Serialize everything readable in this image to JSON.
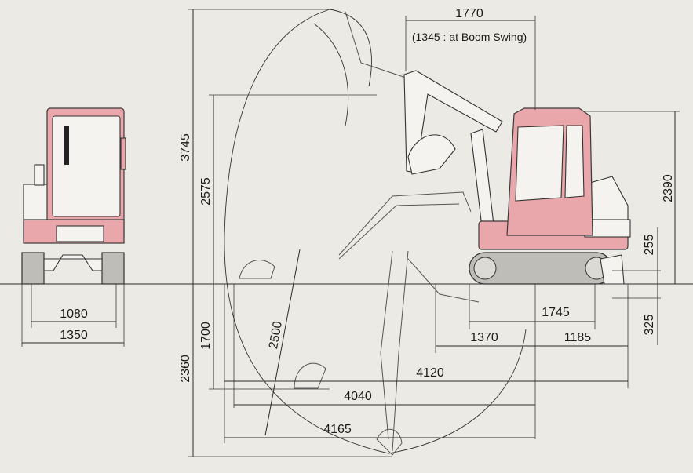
{
  "front_view": {
    "track_gauge_inner": "1080",
    "overall_width": "1350"
  },
  "side_view": {
    "tail_swing": {
      "value": "1770",
      "note": "(1345 : at Boom Swing)"
    },
    "heights": {
      "max_digging_height": "3745",
      "max_dumping_height": "2575",
      "cab_height": "2390",
      "blade_lift": "255",
      "blade_drop": "325"
    },
    "depths": {
      "max_digging_depth": "2360",
      "max_vertical_wall_depth": "1700",
      "boom_radius": "2500"
    },
    "lengths": {
      "rear_length": "1745",
      "tumbler_length": "1370",
      "blade_reach": "1185",
      "overall_transport_length": "4120",
      "max_reach_ground": "4040",
      "max_digging_reach": "4165"
    }
  },
  "colors": {
    "cab_body": "#e9a7ac",
    "line": "#2a2a2a",
    "background": "#eceae4"
  }
}
